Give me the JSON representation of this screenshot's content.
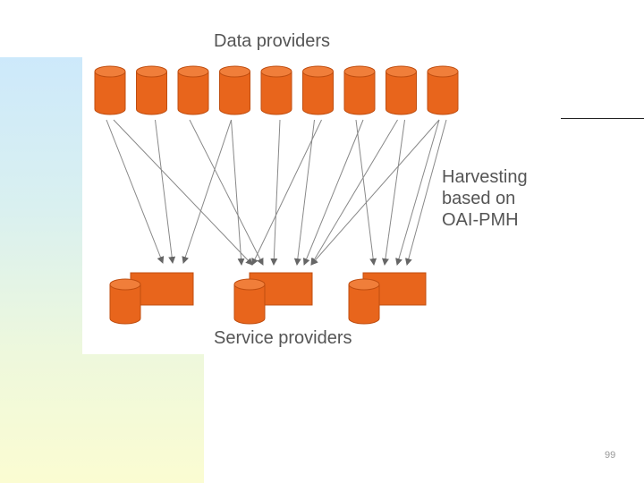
{
  "diagram": {
    "top_label": "Data providers",
    "bottom_label": "Service providers",
    "note_lines": [
      "Harvesting",
      "based on",
      "OAI-PMH"
    ],
    "data_provider_count": 9,
    "service_provider_count": 3
  },
  "colors": {
    "cylinder_fill": "#e8651c",
    "cylinder_top": "#f07e3a",
    "cylinder_stroke": "#c04e10",
    "box_fill": "#e8651c",
    "arrow": "#888888",
    "label_text": "#555555"
  },
  "footer": {
    "page_number": "99"
  }
}
